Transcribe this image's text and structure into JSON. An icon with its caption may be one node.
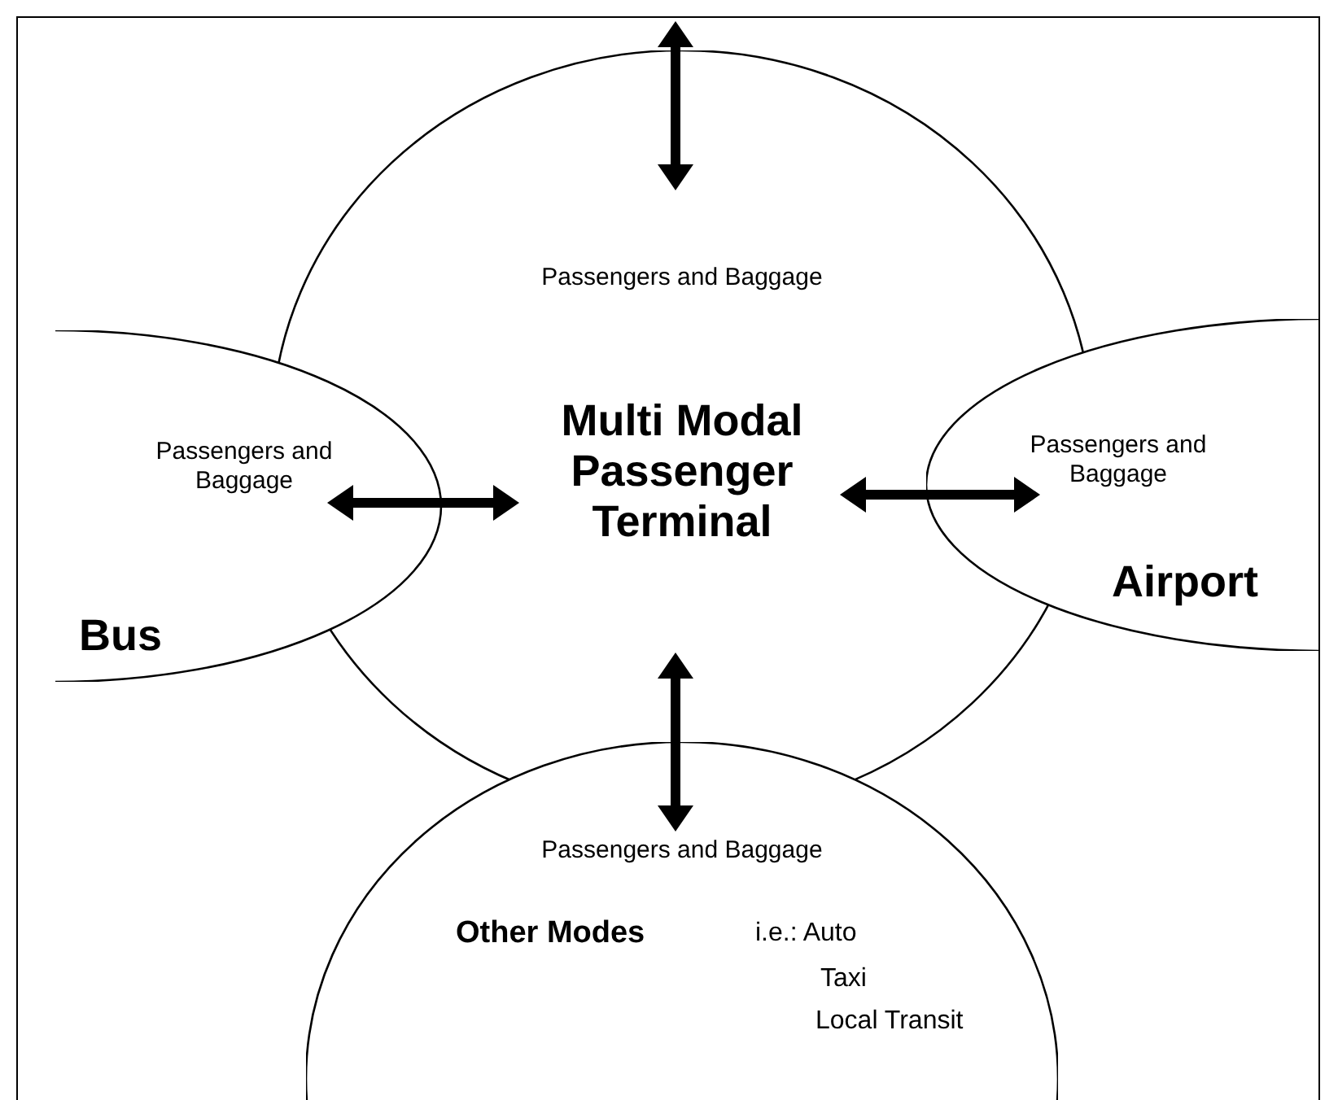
{
  "diagram": {
    "nodes": [
      {
        "text": [
          "Multi Modal Passenger Terminal"
        ]
      },
      {
        "text": [
          "Bus"
        ]
      },
      {
        "text": [
          "Airport"
        ]
      },
      {
        "text": [
          "Other Modes",
          "i.e.: Auto",
          "Taxi",
          "Local Transit"
        ]
      }
    ],
    "edges": [
      {
        "from": null,
        "to": 0,
        "arrow": "both",
        "label": "Passengers and Baggage"
      },
      {
        "from": 1,
        "to": 0,
        "arrow": "both",
        "label": "Passengers and Baggage"
      },
      {
        "from": 0,
        "to": 2,
        "arrow": "both",
        "label": "Passengers and Baggage"
      },
      {
        "from": 0,
        "to": 3,
        "arrow": "both",
        "label": "Passengers and Baggage"
      }
    ]
  }
}
